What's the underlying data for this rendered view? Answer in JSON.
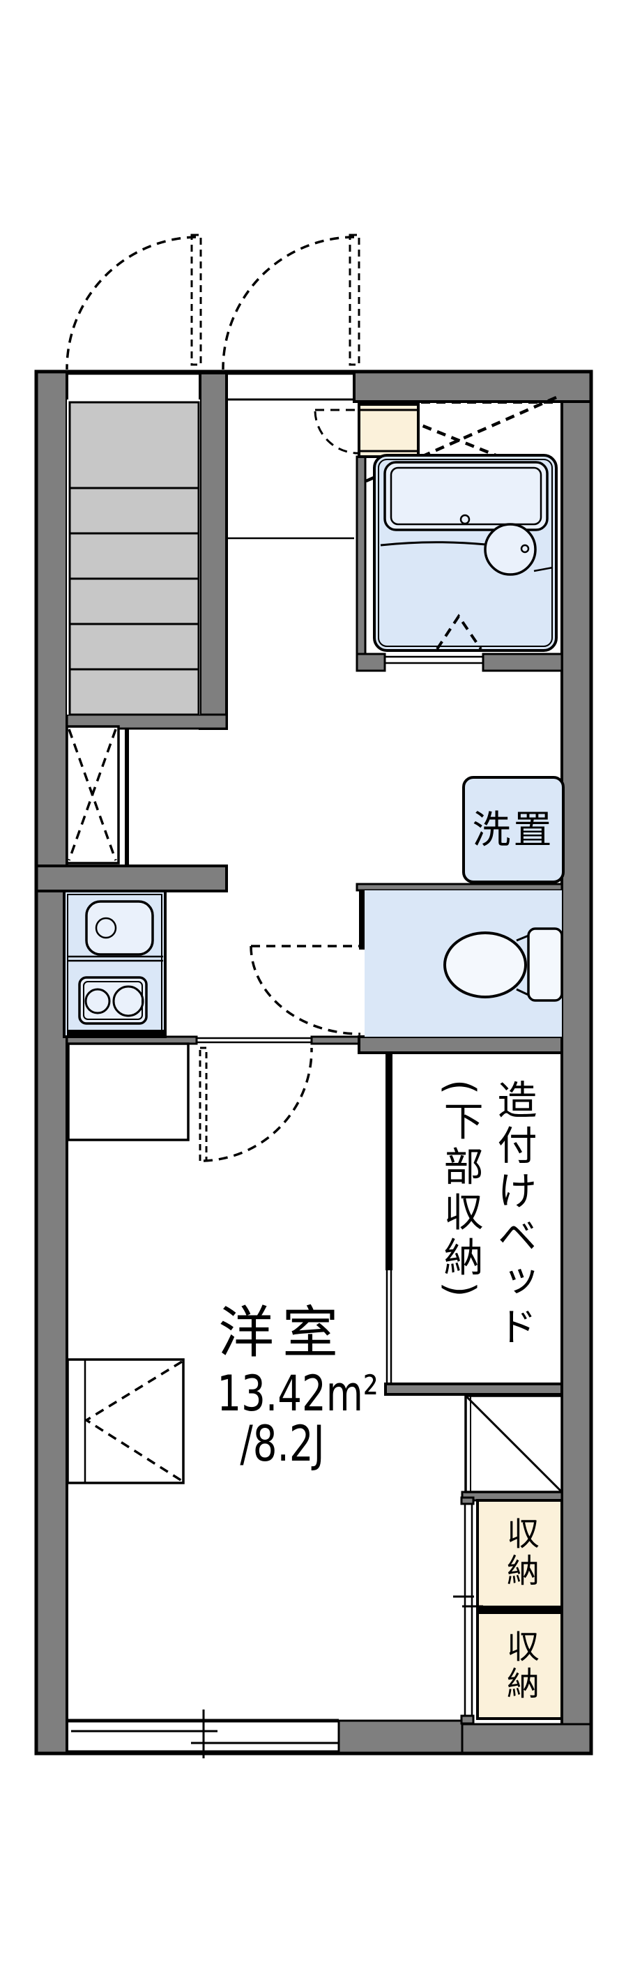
{
  "title": "apartment floor plan",
  "labels": {
    "washer_space": "洗置",
    "room_name": "洋室",
    "room_area_m2": "13.42m²",
    "room_area_tatami": "/8.2J",
    "built_in_bed": "造付けベッド(下部収納)",
    "storage_upper": "収納",
    "storage_lower": "収納"
  },
  "colors": {
    "wall": "#7f7f7f",
    "stairs": "#c7c7c7",
    "wet": "#dae7f7",
    "fixture": "#eaf1fb",
    "cream": "#fbf1da",
    "line": "#000000",
    "bg": "#ffffff",
    "white": "#ffffff"
  }
}
